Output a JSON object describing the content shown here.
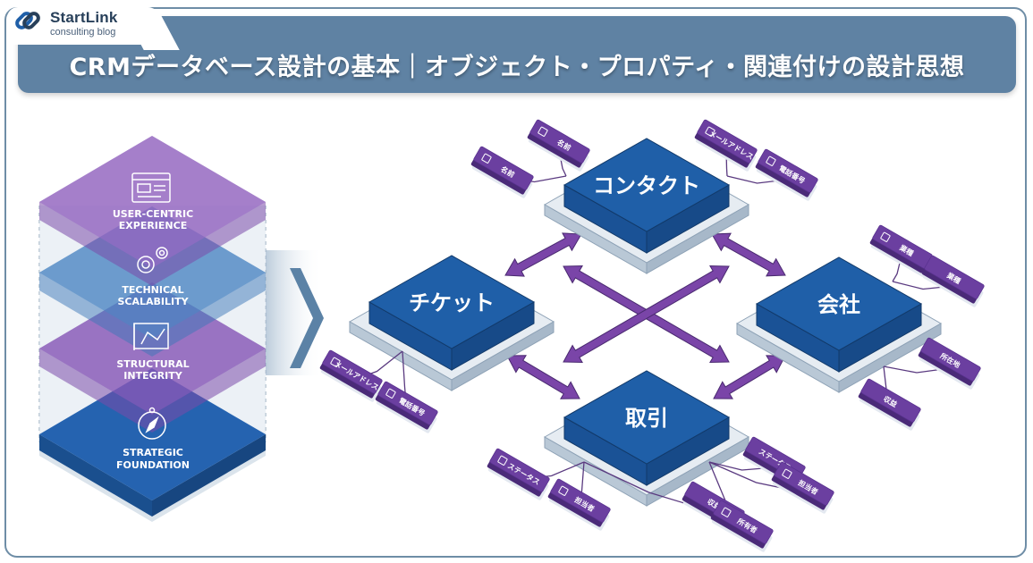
{
  "brand": {
    "name": "StartLink",
    "tagline": "consulting blog",
    "logo_icon": "chain-link-icon"
  },
  "header": {
    "title": "CRMデータベース設計の基本｜オブジェクト・プロパティ・関連付けの設計思想"
  },
  "colors": {
    "banner": "#5f82a3",
    "object_blue": "#1f5fa8",
    "property_purple": "#6b3fa0",
    "arrow_purple": "#7a45a8",
    "base_gray": "#c8d4de"
  },
  "layer_stack": {
    "layers": [
      {
        "label_line1": "USER-CENTRIC",
        "label_line2": "EXPERIENCE",
        "icon": "browser-window-icon",
        "color": "purple"
      },
      {
        "label_line1": "TECHNICAL",
        "label_line2": "SCALABILITY",
        "icon": "gears-icon",
        "color": "blue"
      },
      {
        "label_line1": "STRUCTURAL",
        "label_line2": "INTEGRITY",
        "icon": "blueprint-icon",
        "color": "purple"
      },
      {
        "label_line1": "STRATEGIC",
        "label_line2": "FOUNDATION",
        "icon": "compass-icon",
        "color": "blue"
      }
    ],
    "arrow_icon": "chevron-right-icon"
  },
  "objects": [
    {
      "id": "contact",
      "label": "コンタクト",
      "properties": [
        {
          "label": "名前",
          "icon": "person-icon"
        },
        {
          "label": "名前",
          "icon": "id-card-icon"
        },
        {
          "label": "メールアドレス",
          "icon": "mail-icon"
        },
        {
          "label": "電話番号",
          "icon": "phone-icon"
        }
      ]
    },
    {
      "id": "ticket",
      "label": "チケット",
      "properties": [
        {
          "label": "メールアドレス",
          "icon": "mail-icon"
        },
        {
          "label": "電話番号",
          "icon": "phone-icon"
        }
      ]
    },
    {
      "id": "company",
      "label": "会社",
      "properties": [
        {
          "label": "業種",
          "icon": "building-icon"
        },
        {
          "label": "業種",
          "icon": ""
        },
        {
          "label": "収益",
          "icon": ""
        },
        {
          "label": "所在地",
          "icon": ""
        }
      ]
    },
    {
      "id": "deal",
      "label": "取引",
      "properties": [
        {
          "label": "ステータス",
          "icon": "globe-icon"
        },
        {
          "label": "担当者",
          "icon": "folder-icon"
        },
        {
          "label": "収益",
          "icon": ""
        },
        {
          "label": "ステータス",
          "icon": ""
        },
        {
          "label": "担当者",
          "icon": "person-icon"
        },
        {
          "label": "所有者",
          "icon": "people-icon"
        }
      ]
    }
  ],
  "associations": [
    {
      "from": "contact",
      "to": "ticket",
      "type": "bidirectional"
    },
    {
      "from": "contact",
      "to": "company",
      "type": "bidirectional"
    },
    {
      "from": "ticket",
      "to": "deal",
      "type": "bidirectional"
    },
    {
      "from": "company",
      "to": "deal",
      "type": "bidirectional"
    },
    {
      "from": "contact",
      "to": "deal",
      "type": "bidirectional"
    },
    {
      "from": "ticket",
      "to": "company",
      "type": "bidirectional"
    }
  ]
}
